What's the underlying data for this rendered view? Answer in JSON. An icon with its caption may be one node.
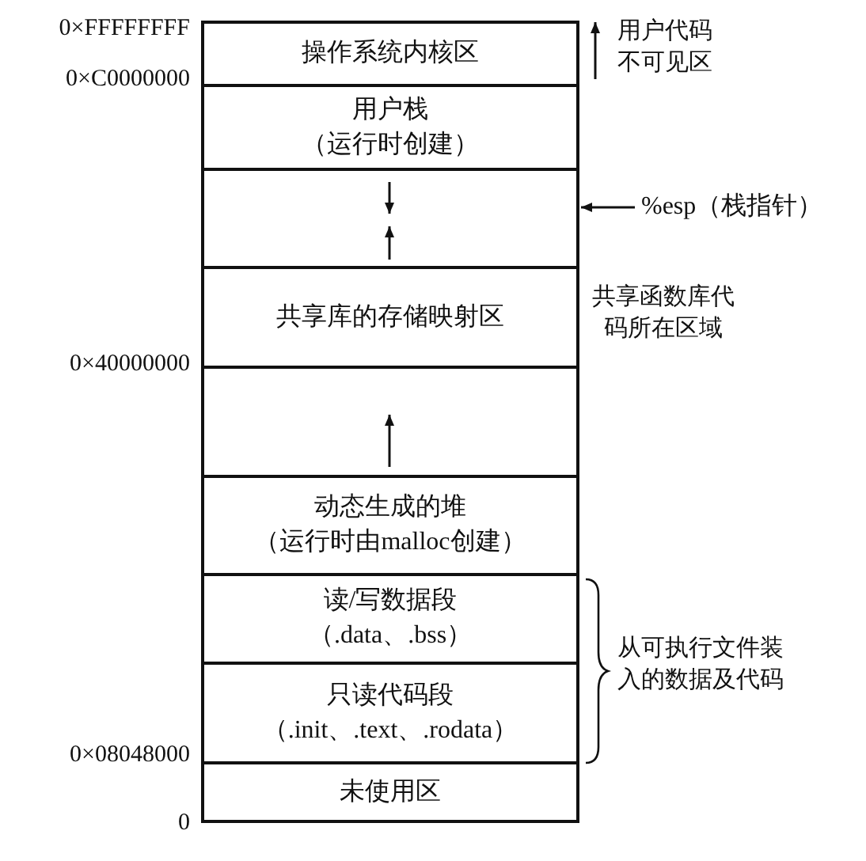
{
  "diagram": {
    "nodes": [
      {
        "text": [
          "操作系统内核区"
        ]
      },
      {
        "text": [
          "用户栈",
          "（运行时创建）"
        ]
      },
      {
        "text": [],
        "shape": "box"
      },
      {
        "text": [
          "共享库的存储映射区"
        ]
      },
      {
        "text": [],
        "shape": "box"
      },
      {
        "text": [
          "动态生成的堆",
          "（运行时由malloc创建）"
        ]
      },
      {
        "text": [
          "读/写数据段",
          "（.data、.bss）"
        ]
      },
      {
        "text": [
          "只读代码段",
          "（.init、.text、.rodata）"
        ]
      },
      {
        "text": [
          "未使用区"
        ]
      },
      {
        "text": [
          "%esp（栈指针）"
        ]
      }
    ],
    "edges": [
      {
        "from": 9,
        "to": 2,
        "arrow": "to"
      }
    ],
    "labels": [
      "0×FFFFFFFF",
      "用户代码不可见区",
      "0×C0000000",
      "共享函数库代码所在区域",
      "0×40000000",
      "从可执行文件装入的数据及代码",
      "0×08048000",
      "0"
    ]
  }
}
